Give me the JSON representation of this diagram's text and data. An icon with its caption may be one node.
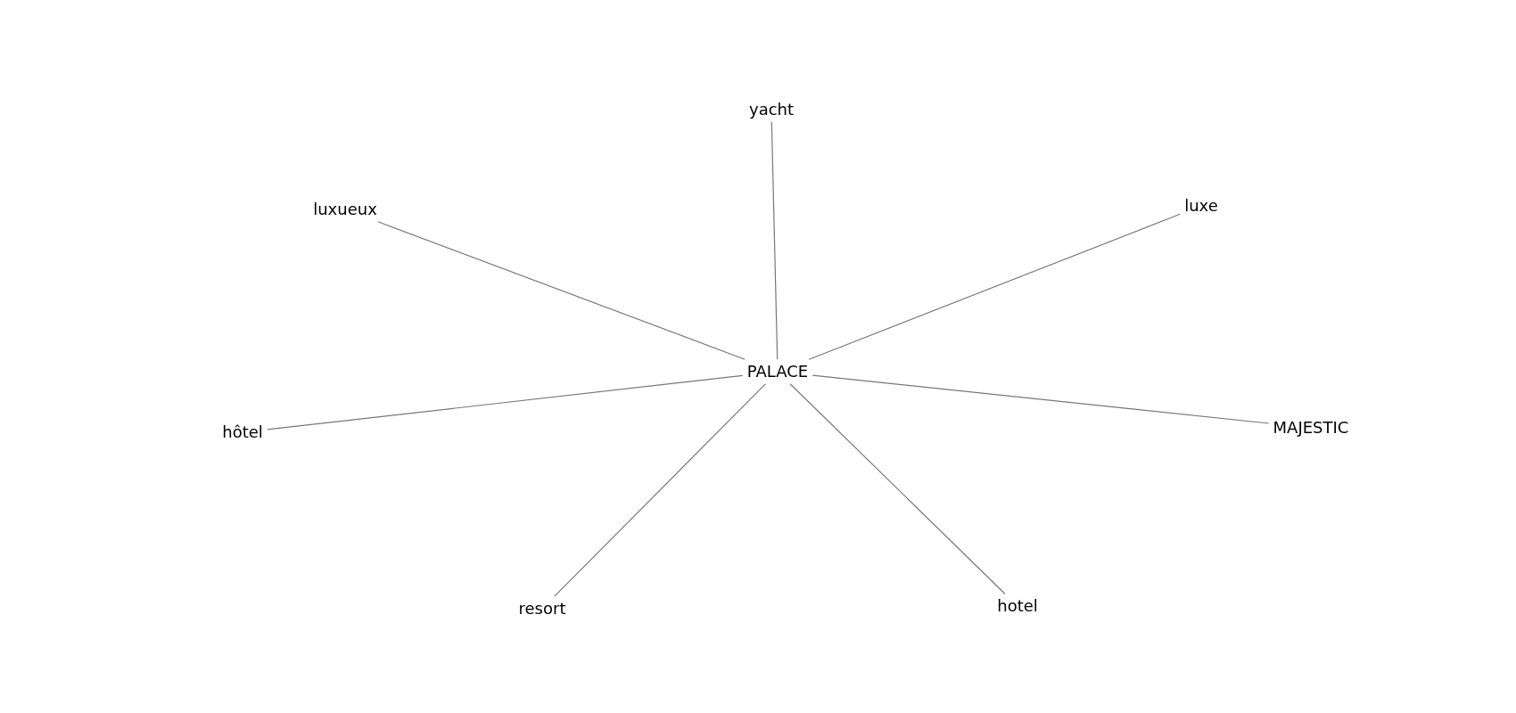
{
  "diagram": {
    "nodes": [
      {
        "text": [
          "yacht"
        ]
      },
      {
        "text": [
          "luxueux"
        ]
      },
      {
        "text": [
          "luxe"
        ]
      },
      {
        "text": [
          "PALACE"
        ]
      },
      {
        "text": [
          "hôtel"
        ]
      },
      {
        "text": [
          "MAJESTIC"
        ]
      },
      {
        "text": [
          "resort"
        ]
      },
      {
        "text": [
          "hotel"
        ]
      }
    ],
    "edges": [
      {
        "from": 3,
        "to": 0,
        "arrow": "none"
      },
      {
        "from": 3,
        "to": 1,
        "arrow": "none"
      },
      {
        "from": 3,
        "to": 2,
        "arrow": "none"
      },
      {
        "from": 3,
        "to": 4,
        "arrow": "none"
      },
      {
        "from": 3,
        "to": 5,
        "arrow": "none"
      },
      {
        "from": 3,
        "to": 6,
        "arrow": "none"
      },
      {
        "from": 3,
        "to": 7,
        "arrow": "none"
      }
    ]
  }
}
